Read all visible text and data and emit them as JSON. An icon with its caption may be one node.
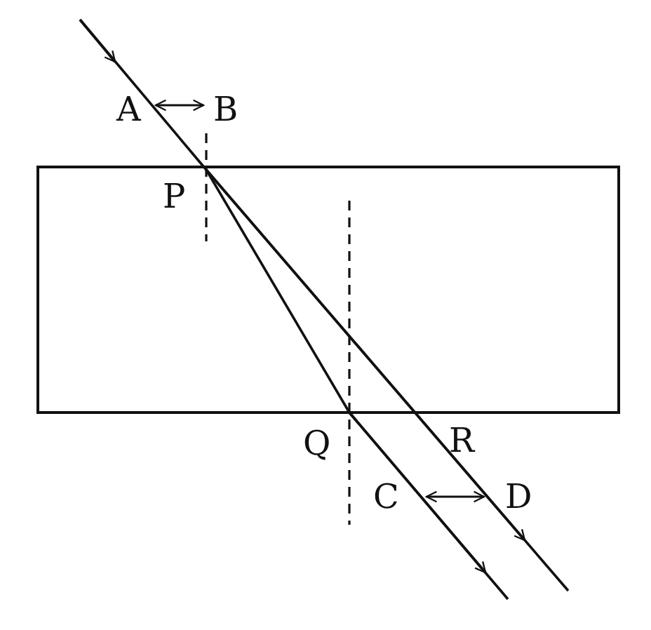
{
  "diagram": {
    "labels": [
      "A",
      "B",
      "P",
      "Q",
      "R",
      "C",
      "D"
    ]
  }
}
